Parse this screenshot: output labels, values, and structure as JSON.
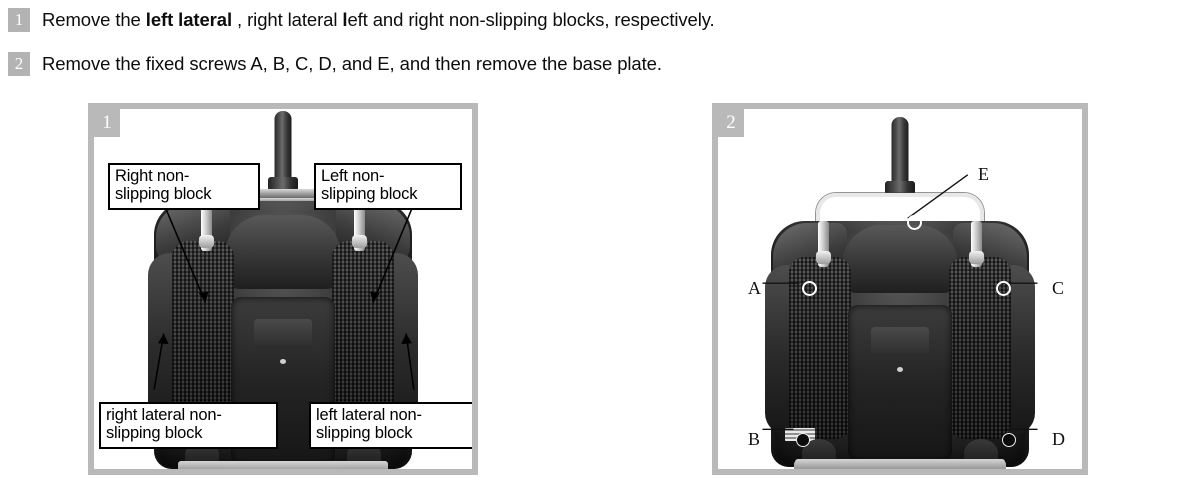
{
  "steps": [
    {
      "number": "1",
      "text_plain": "Remove the left lateral , right lateral left and right non-slipping blocks, respectively.",
      "text_before": "Remove the ",
      "bold_1": "left lateral ",
      "text_mid": ", right lateral ",
      "bold_2": "l",
      "text_after": "eft and right non-slipping blocks, respectively."
    },
    {
      "number": "2",
      "text_plain": "Remove the fixed screws A, B, C, D, and E, and then remove the base plate."
    }
  ],
  "figures": [
    {
      "badge": "1",
      "callouts": [
        {
          "name": "right-non-slipping-block",
          "text": "Right non-\nslipping block"
        },
        {
          "name": "left-non-slipping-block",
          "text": "Left non-\nslipping block"
        },
        {
          "name": "right-lateral-non-slipping-block",
          "text": "right lateral non-\nslipping block"
        },
        {
          "name": "left-lateral-non-slipping-block",
          "text": "left lateral non-\nslipping block"
        }
      ]
    },
    {
      "badge": "2",
      "screws": [
        {
          "id": "A",
          "marker": "ring"
        },
        {
          "id": "B",
          "marker": "dot"
        },
        {
          "id": "C",
          "marker": "ring"
        },
        {
          "id": "D",
          "marker": "dot"
        },
        {
          "id": "E",
          "marker": "ring"
        }
      ]
    }
  ],
  "colors": {
    "badge_gray": "#b3b3b3",
    "frame_gray": "#b9b9b9",
    "text_black": "#0d0d0d",
    "page_background": "#ffffff"
  }
}
